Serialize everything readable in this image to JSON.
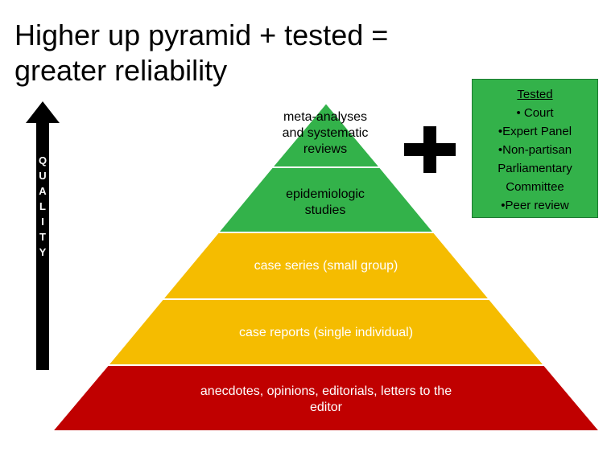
{
  "title": {
    "line1": "Higher up pyramid + tested =",
    "line2": "greater reliability"
  },
  "quality_letters": [
    "Q",
    "U",
    "A",
    "L",
    "I",
    "T",
    "Y"
  ],
  "pyramid": {
    "tiers": [
      {
        "lines": [
          "meta-analyses",
          "and systematic",
          "reviews"
        ],
        "color": "#33b24a",
        "text_color": "#000000"
      },
      {
        "lines": [
          "epidemiologic",
          "studies"
        ],
        "color": "#33b24a",
        "text_color": "#000000"
      },
      {
        "lines": [
          "case series (small group)"
        ],
        "color": "#f5bc00",
        "text_color": "#ffffff"
      },
      {
        "lines": [
          "case reports (single individual)"
        ],
        "color": "#f5bc00",
        "text_color": "#ffffff"
      },
      {
        "lines": [
          "anecdotes, opinions, editorials, letters to the",
          "editor"
        ],
        "color": "#c00000",
        "text_color": "#ffffff"
      }
    ]
  },
  "tested_box": {
    "heading": "Tested",
    "items": [
      "• Court",
      "•Expert Panel",
      "•Non-partisan",
      "Parliamentary",
      "Committee",
      "•Peer review"
    ]
  }
}
